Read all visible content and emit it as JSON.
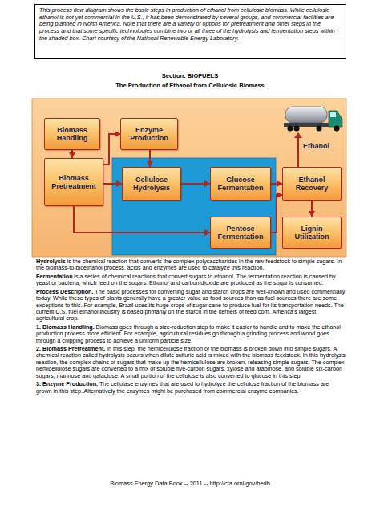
{
  "diagram": {
    "title": "The Production of Ethanol from Cellulosic Biomass",
    "nodes": [
      {
        "text": [
          "This process flow diagram shows the basic steps in production of ethanol from cellulosic biomass. While cellulosic ethanol is not yet commercial in the U.S., it has been demonstrated by several groups, and commercial facilities are being planned in North America. Note that there are a variety of options for pretreatment and other steps in the process and that some specific technologies combine two or all three of the hydrolysis and fermentation steps within the shaded box. Chart courtesy of the National Renewable Energy Laboratory."
        ]
      },
      {
        "text": [
          "Biomass Handling"
        ]
      },
      {
        "text": [
          "Enzyme Production"
        ]
      },
      {
        "text": [
          "Biomass Pretreatment"
        ]
      },
      {
        "text": [
          "Cellulose Hydrolysis"
        ]
      },
      {
        "text": [
          "Glucose Fermentation"
        ]
      },
      {
        "text": [
          "Ethanol Recovery"
        ]
      },
      {
        "text": [
          "Pentose Fermentation"
        ]
      },
      {
        "text": [
          "Lignin Utilization"
        ]
      }
    ],
    "edges": [
      {
        "from": 1,
        "to": 3,
        "arrow": "to"
      },
      {
        "from": 3,
        "to": 2,
        "arrow": "to"
      },
      {
        "from": 2,
        "to": 4,
        "arrow": "to"
      },
      {
        "from": 3,
        "to": 4,
        "arrow": "to"
      },
      {
        "from": 3,
        "to": 7,
        "arrow": "to"
      },
      {
        "from": 4,
        "to": 5,
        "arrow": "to"
      },
      {
        "from": 5,
        "to": 6,
        "arrow": "to"
      },
      {
        "from": 7,
        "to": 6,
        "arrow": "to"
      },
      {
        "from": 6,
        "to": 8,
        "arrow": "to"
      }
    ],
    "labels": [
      "Section: BIOFUELS",
      "Ethanol",
      "Hydrolysis",
      "is the chemical reaction that converts the complex polysaccharides in the raw feedstock to simple sugars. In the biomass-to-bioethanol process, acids and enzymes are used to catalyze this reaction.",
      "Fermentation",
      "is a series of chemical reactions that convert sugars to ethanol. The fermentation reaction is caused by yeast or bacteria, which feed on the sugars. Ethanol and carbon dioxide are produced as the sugar is consumed.",
      "Process Description.",
      "The basic processes for converting sugar and starch crops are well-known and used commercially today. While these types of plants generally have a greater value as food sources than as fuel sources there are some exceptions to this. For example, Brazil uses its huge crops of sugar cane to produce fuel for its transportation needs. The current U.S. fuel ethanol industry is based primarily on the starch in the kernels of feed corn, America's largest agricultural crop.",
      "1. Biomass Handling.",
      "Biomass goes through a size-reduction step to make it easier to handle and to make the ethanol production process more efficient. For example, agricultural residues go through a grinding process and wood goes through a chipping process to achieve a uniform particle size.",
      "2. Biomass Pretreatment.",
      "In this step, the hemicellulose fraction of the biomass is broken down into simple sugars. A chemical reaction called hydrolysis occurs when dilute sulfuric acid is mixed with the biomass feedstock. In this hydrolysis reaction, the complex chains of sugars that make up the hemicellulose are broken, releasing simple sugars. The complex hemicellulose sugars are converted to a mix of soluble five-carbon sugars, xylose and arabinose, and soluble six-carbon sugars, mannose and galactose. A small portion of the cellulose is also converted to glucose in this step.",
      "3. Enzyme Production.",
      "The cellulase enzymes that are used to hydrolyze the cellulose fraction of the biomass are grown in this step. Alternatively the enzymes might be purchased from commercial enzyme companies.",
      "Biomass Energy Data Book -- 2011 -- http://cta.ornl.gov/bedb"
    ]
  }
}
